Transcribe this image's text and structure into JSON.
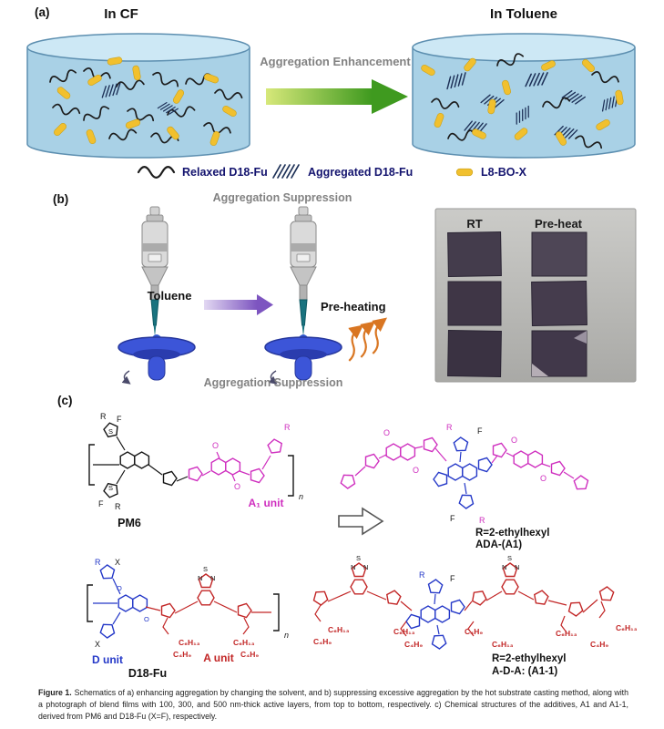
{
  "panel_a": {
    "label": "(a)",
    "left_title": "In CF",
    "right_title": "In Toluene",
    "arrow_label": "Aggregation Enhancement",
    "legend": {
      "relaxed": "Relaxed D18-Fu",
      "aggregated": "Aggregated D18-Fu",
      "acceptor": "L8-BO-X"
    }
  },
  "panel_b": {
    "label": "(b)",
    "top_text": "Aggregation Suppression",
    "bottom_text": "Aggregation Suppression",
    "solvent_label": "Toluene",
    "preheat_label": "Pre-heating",
    "photo": {
      "left_col": "RT",
      "right_col": "Pre-heat"
    }
  },
  "panel_c": {
    "label": "(c)",
    "pm6_name": "PM6",
    "a1_unit": "A₁ unit",
    "ada_r": "R=2-ethylhexyl",
    "ada_name": "ADA-(A1)",
    "d_unit": "D unit",
    "a_unit": "A unit",
    "d18fu_name": "D18-Fu",
    "ada2_r": "R=2-ethylhexyl",
    "ada2_name": "A-D-A: (A1-1)",
    "atoms": {
      "R": "R",
      "F": "F",
      "S": "S",
      "X": "X",
      "N": "N",
      "O": "O",
      "n": "n",
      "C6H13": "C₆H₁₃",
      "C4H9": "C₄H₉"
    }
  },
  "caption": {
    "title": "Figure 1.",
    "text": "Schematics of a) enhancing aggregation by changing the solvent, and b) suppressing excessive aggregation by the hot substrate casting method, along with a photograph of blend films with 100, 300, and 500 nm-thick active layers, from top to bottom, respectively. c) Chemical structures of the additives, A1 and A1-1, derived from PM6 and D18-Fu (X=F), respectively."
  },
  "colors": {
    "arrow_green": "#4a9a1f",
    "arrow_purple": "#7d55c0",
    "magenta": "#cf2fbf",
    "blue": "#2438c8",
    "red": "#c22626",
    "acceptor_yellow": "#f1c02e",
    "solution_blue": "#a9d1e6"
  }
}
